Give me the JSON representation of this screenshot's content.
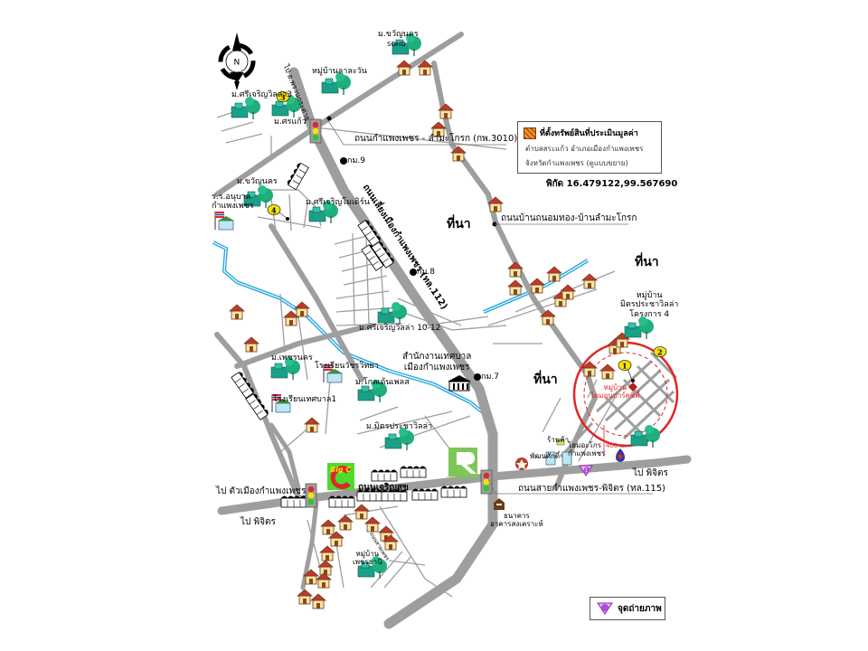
{
  "map": {
    "title": "แผนที่ตั้งทรัพย์สิน",
    "compass_label": "N",
    "legend": {
      "title": "ที่ตั้งทรัพย์สินที่ประเมินมูลค่า",
      "line1": "ตำบลสระแก้ว อำเภอเมืองกำแพงเพชร",
      "line2": "จังหวัดกำแพงเพชร (ดูแบบขยาย)",
      "swatch_color": "#e07820"
    },
    "coordinates_label": "พิกัด 16.479122,99.567690",
    "photo_legend_label": "จุดถ่ายภาพ",
    "colors": {
      "road": "#9e9e9e",
      "river": "#2aa8e0",
      "circle": "#e0262a",
      "tree": "#1aa086",
      "house_roof": "#c0392b",
      "house_wall": "#f4a742"
    },
    "roads": {
      "r3010": "ถนนกำแพงเพชร - ลำมะโกรก (กพ.3010)",
      "local_road": "ถนนบ้านถนอมทอง-บ้านลำมะโกรก",
      "hw112": "ถนนเลี่ยงเมืองกำแพงเพชร (ทล.112)",
      "hw115": "ถนนสายกำแพงเพชร-พิจิตร (ทล.115)",
      "charoensuk": "ถนนเจริญสุข",
      "to_phran": "ไป อ.พรานกระต่าย",
      "to_city": "ไป ตัวเมืองกำแพงเพชร",
      "to_phichit_left": "ไป พิจิตร",
      "to_phichit_right": "ไป พิจิตร",
      "small_road": "ถนนสายเพชร"
    },
    "km_markers": [
      "กม.9",
      "กม.8",
      "กม.7"
    ],
    "fields": [
      "ที่นา",
      "ที่นา",
      "ที่นา"
    ],
    "places": {
      "soho": [
        "ม.ขวัญนคร",
        "SOHO"
      ],
      "lalawan": "หมู่บ้านลาละวัน",
      "srichareon3": "ม.ศรีเจริญวิลล่า3",
      "sornkaew": "ม.ศรแก้ว",
      "kwannakorn": "ม.ขวัญนคร",
      "school_anuban": [
        "ร.ร.อนุบาล",
        "กำแพงเพชร"
      ],
      "srichareon_modern": "ม.ศรีเจริญโมเดิร์น",
      "srichareon_1012": "ม.ศรีเจริญวิลล่า 10-12",
      "municipal": [
        "สำนักงานเทศบาล",
        "เมืองกำแพงเพชร"
      ],
      "phetnakorn": "ม.เพชรนคร",
      "watcharawittaya": "โรงเรียนวัชรวิทยา",
      "tessaban1": "โรงเรียนเทศบาล1",
      "golden": "ม.โกลเด้นเพลส",
      "mitpracha": "ม.มิตรประชาวิลล่า",
      "mitpracha4": [
        "หมู่บ้าน",
        "มิตรประชาวิลล่า",
        "โครงการ 4"
      ],
      "subject_village": [
        "หมู่บ้าน",
        "ไดมอนปาร์คซิตี้"
      ],
      "shop": "ร้านค้า",
      "phatthanasak": "พัฒนศักดิ์",
      "home_pro": [
        "โฮมอะโกร",
        "กำแพงเพชร"
      ],
      "distance": "400 ม.",
      "bank": [
        "ธนาคาร",
        "อาคารสงเคราะห์"
      ],
      "phetthani": [
        "หมู่บ้าน",
        "เพชรธานี"
      ],
      "bigc": "Big C",
      "robinson": "ROBINSON"
    },
    "markers": [
      "1",
      "2",
      "3",
      "4"
    ]
  }
}
